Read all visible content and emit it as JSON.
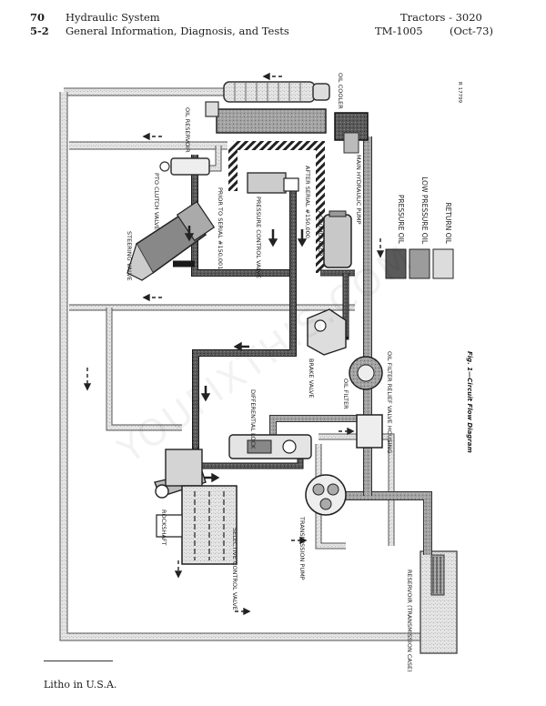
{
  "header": {
    "page_number": "70",
    "section_number": "5-2",
    "section_title": "Hydraulic System",
    "section_subtitle": "General Information, Diagnosis, and Tests",
    "product": "Tractors - 3020",
    "manual": "TM-1005",
    "edition": "(Oct-73)"
  },
  "diagram": {
    "figure_id": "R 17799",
    "caption": "Fig. 1—Circuit Flow Diagram",
    "labels": {
      "oil_cooler": "OIL COOLER",
      "oil_reservoir": "OIL RESERVOIR",
      "pto_clutch_valve": "PTO CLUTCH VALVE",
      "steering_valve": "STEERING VALVE",
      "prior_serial": "PRIOR TO SERIAL #150,001",
      "pressure_control_valve": "PRESSURE CONTROL VALVE",
      "after_serial": "AFTER SERIAL #150,000",
      "main_hydraulic_pump": "MAIN HYDRAULIC PUMP",
      "accumulator": "ACCUMULATOR",
      "brake_valve": "BRAKE VALVE",
      "oil_filter": "OIL FILTER",
      "oil_filter_relief": "OIL FILTER RELIEF VALVE HOUSING",
      "differential_lock": "DIFFERENTIAL LOCK",
      "rockshaft": "ROCKSHAFT",
      "selective_control_valve": "SELECTIVE CONTROL VALVE",
      "transmission_pump": "TRANSMISSION PUMP",
      "reservoir_transmission": "RESERVOIR (TRANSMISSION CASE)"
    },
    "legend": [
      {
        "label": "PRESSURE OIL",
        "fill": "#5a5a5a"
      },
      {
        "label": "LOW PRESSURE OIL",
        "fill": "#9c9c9c"
      },
      {
        "label": "RETURN OIL",
        "fill": "#dcdcdc"
      }
    ]
  },
  "watermark": "YOUFIXTHIS.COM",
  "footer": {
    "litho": "Litho in U.S.A."
  }
}
